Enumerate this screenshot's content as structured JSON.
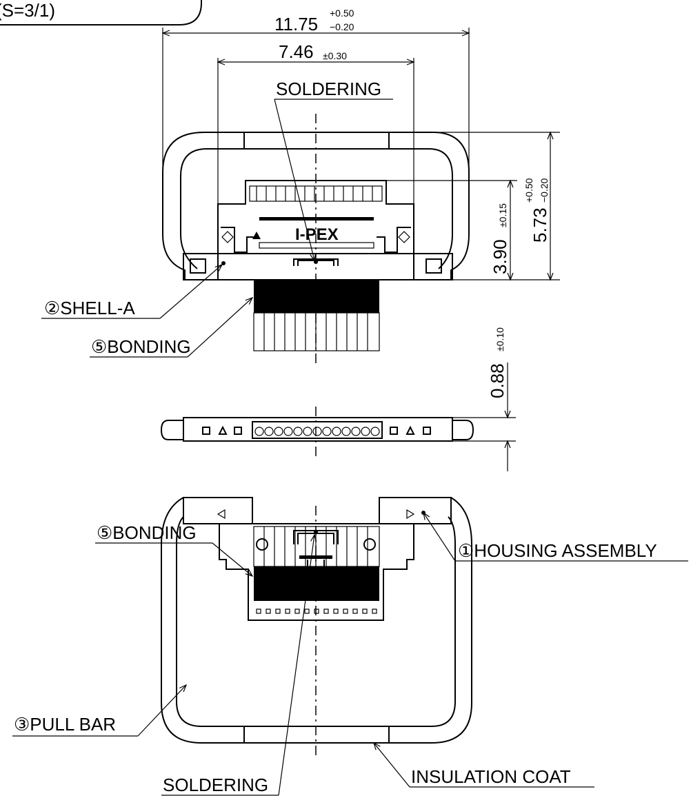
{
  "header": {
    "view_tag": "(S=3/1)"
  },
  "dimensions": {
    "overall_width": {
      "value": "11.75",
      "tol_plus": "+0.50",
      "tol_minus": "−0.20"
    },
    "housing_width": {
      "value": "7.46",
      "tol": "±0.30"
    },
    "housing_height": {
      "value": "3.90",
      "tol": "±0.15"
    },
    "overall_height": {
      "value": "5.73",
      "tol_plus": "+0.50",
      "tol_minus": "−0.20"
    },
    "thickness": {
      "value": "0.88",
      "tol": "±0.10"
    }
  },
  "brand_mark": "I-PEX",
  "callouts": {
    "soldering_top": "SOLDERING",
    "shell_a": "②SHELL-A",
    "bonding_top": "⑤BONDING",
    "bonding_bottom": "⑤BONDING",
    "housing_assembly": "①HOUSING ASSEMBLY",
    "pull_bar": "③PULL BAR",
    "soldering_bottom": "SOLDERING",
    "insulation_coat": "INSULATION COAT"
  }
}
